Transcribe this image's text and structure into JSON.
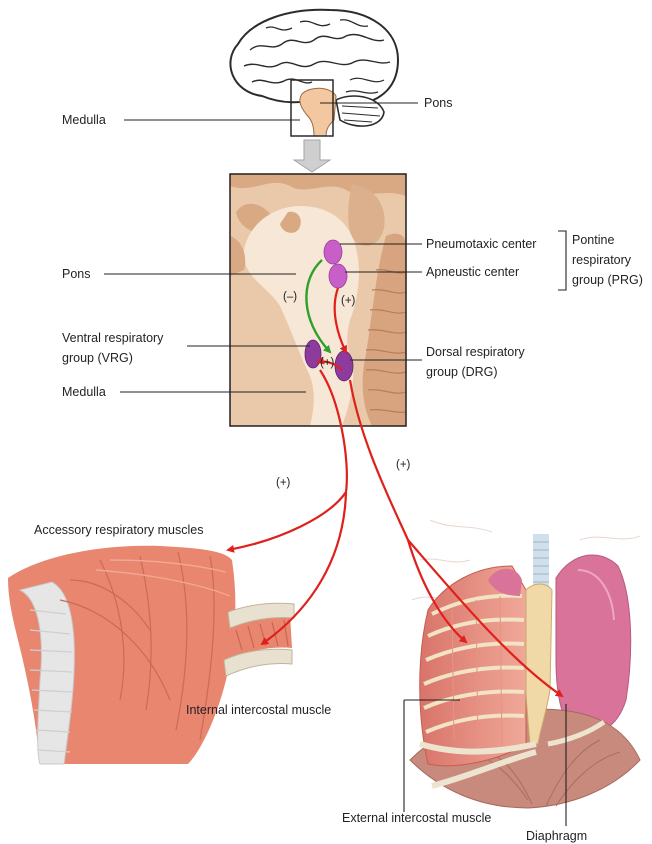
{
  "labels": {
    "top_medulla": "Medulla",
    "top_pons": "Pons",
    "pons": "Pons",
    "pneumotaxic": "Pneumotaxic center",
    "apneustic": "Apneustic center",
    "prg_line1": "Pontine",
    "prg_line2": "respiratory",
    "prg_line3": "group (PRG)",
    "vrg_line1": "Ventral respiratory",
    "vrg_line2": "group (VRG)",
    "drg_line1": "Dorsal respiratory",
    "drg_line2": "group (DRG)",
    "medulla": "Medulla",
    "accessory": "Accessory respiratory muscles",
    "internal_intercostal": "Internal intercostal muscle",
    "external_intercostal": "External intercostal muscle",
    "diaphragm": "Diaphragm"
  },
  "signs": {
    "inhibit": "(–)",
    "excite_apneustic": "(+)",
    "excite_vrg": "(+)",
    "excite_left": "(+)",
    "excite_right": "(+)"
  },
  "colors": {
    "excitatory_arrow": "#e0201b",
    "inhibitory_arrow": "#2ea02b",
    "pontine_nuclei": "#c85fc8",
    "medullary_nuclei": "#8e3b9e",
    "muscle": "#e8866f",
    "brainstem": "#f6e3d0"
  }
}
